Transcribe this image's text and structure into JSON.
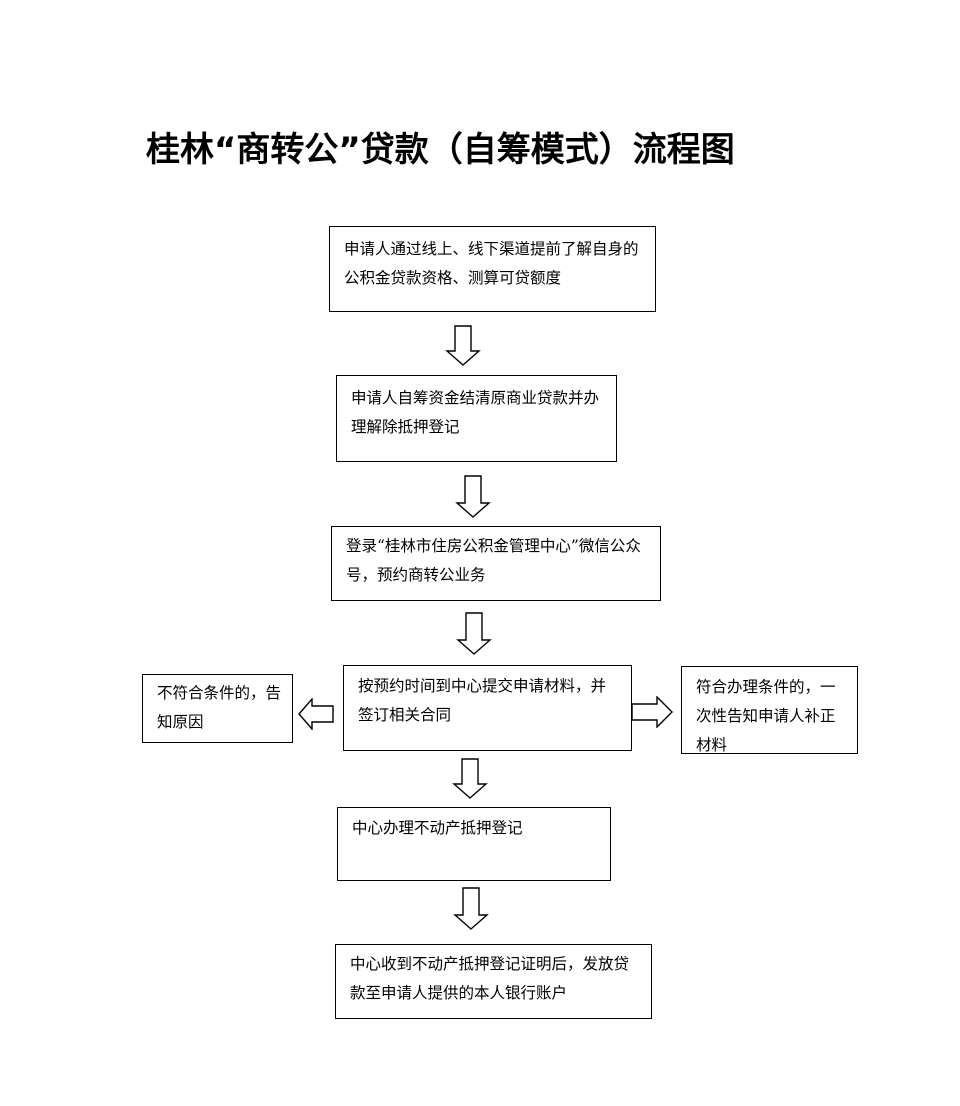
{
  "title": "桂林“商转公”贷款（自筹模式）流程图",
  "steps": [
    {
      "text": "申请人通过线上、线下渠道提前了解自身的公积金贷款资格、测算可贷额度"
    },
    {
      "text": "申请人自筹资金结清原商业贷款并办理解除抵押登记"
    },
    {
      "text": "登录“桂林市住房公积金管理中心”微信公众号，预约商转公业务"
    },
    {
      "text": "按预约时间到中心提交申请材料，并签订相关合同"
    },
    {
      "text": "中心办理不动产抵押登记"
    },
    {
      "text": "中心收到不动产抵押登记证明后，发放贷款至申请人提供的本人银行账户"
    }
  ],
  "branches": {
    "rejected": {
      "text": "不符合条件的，告知原因"
    },
    "supplement": {
      "text": "符合办理条件的，一次性告知申请人补正材料"
    }
  }
}
